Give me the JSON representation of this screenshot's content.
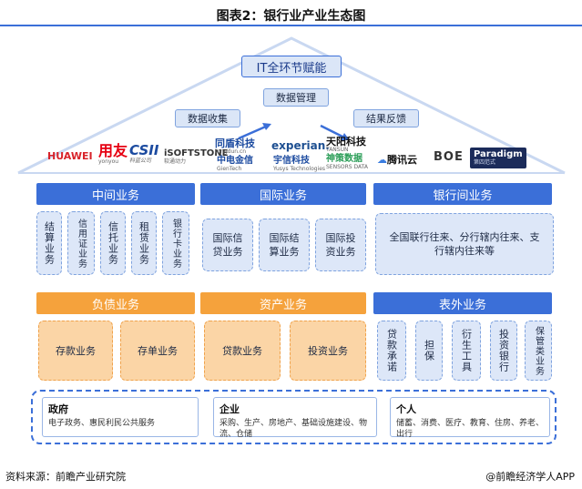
{
  "title": "图表2：银行业产业生态图",
  "roof": {
    "it": "IT全环节赋能",
    "collect": "数据收集",
    "manage": "数据管理",
    "feedback": "结果反馈"
  },
  "logos": [
    {
      "name": "HUAWEI",
      "sub": "",
      "color": "#d8232a"
    },
    {
      "name": "用友",
      "sub": "yonyou",
      "color": "#e60012"
    },
    {
      "name": "CSII",
      "sub": "科蓝公司",
      "color": "#1c4ba0"
    },
    {
      "name": "iSOFTSTONE",
      "sub": "软通动力",
      "color": "#333333"
    },
    {
      "name": "同盾科技",
      "sub": "tongdun.cn",
      "color": "#1c4ba0"
    },
    {
      "name": "中电金信",
      "sub": "GienTech",
      "color": "#1c4ba0"
    },
    {
      "name": "experian.",
      "sub": "",
      "color": "#1d4f91"
    },
    {
      "name": "宇信科技",
      "sub": "Yusys Technologies",
      "color": "#1c4ba0"
    },
    {
      "name": "天阳科技",
      "sub": "TANSUN",
      "color": "#111111"
    },
    {
      "name": "神策数据",
      "sub": "SENSORS DATA",
      "color": "#2a9d57"
    },
    {
      "name": "腾讯云",
      "sub": "",
      "color": "#111111"
    },
    {
      "name": "BOE",
      "sub": "",
      "color": "#333333"
    },
    {
      "name": "Paradigm",
      "sub": "第四范式",
      "color": "#ffffff"
    }
  ],
  "row1": {
    "middle": {
      "header": "中间业务",
      "items": [
        "结算业务",
        "信用证业务",
        "信托业务",
        "租赁业务",
        "银行卡业务"
      ]
    },
    "intl": {
      "header": "国际业务",
      "items": [
        "国际信贷业务",
        "国际结算业务",
        "国际投资业务"
      ]
    },
    "interbank": {
      "header": "银行间业务",
      "text": "全国联行往来、分行辖内往来、支行辖内往来等"
    }
  },
  "row2": {
    "liability": {
      "header": "负债业务",
      "items": [
        "存款业务",
        "存单业务"
      ]
    },
    "asset": {
      "header": "资产业务",
      "items": [
        "贷款业务",
        "投资业务"
      ]
    },
    "offbs": {
      "header": "表外业务",
      "items": [
        "贷款承诺",
        "担保",
        "衍生工具",
        "投资银行",
        "保管类业务"
      ]
    }
  },
  "bottom": [
    {
      "head": "政府",
      "desc": "电子政务、惠民利民公共服务"
    },
    {
      "head": "企业",
      "desc": "采购、生产、房地产、基础设施建设、物流、仓储"
    },
    {
      "head": "个人",
      "desc": "储蓄、消费、医疗、教育、住房、养老、出行"
    }
  ],
  "footer": {
    "source": "资料来源：前瞻产业研究院",
    "brand": "@前瞻经济学人APP"
  }
}
